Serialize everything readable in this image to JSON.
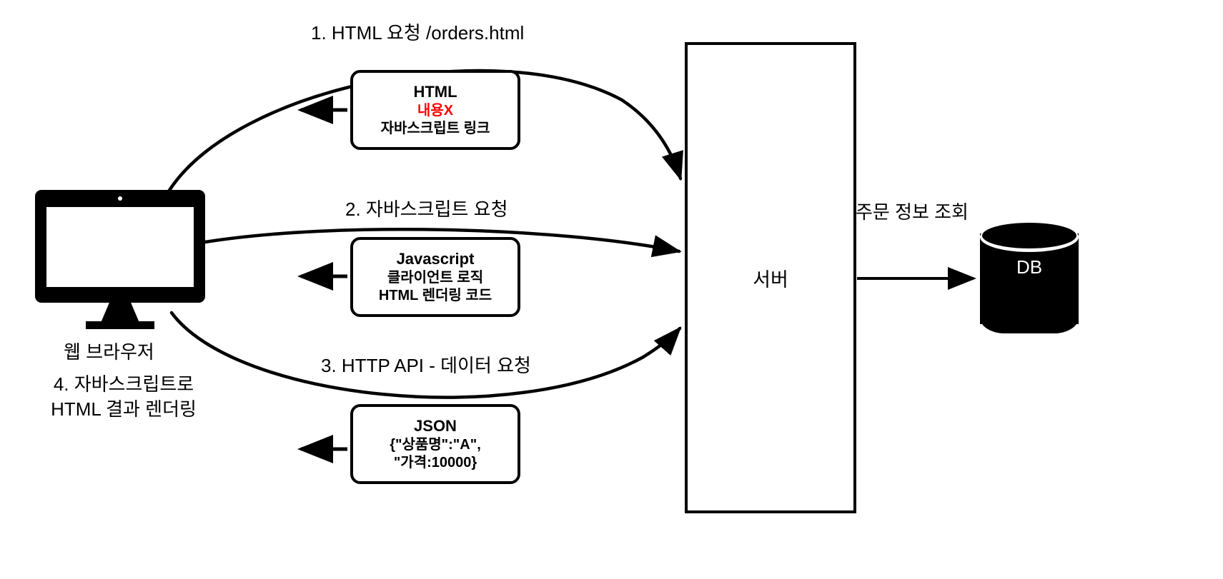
{
  "diagram": {
    "title": "Web browser / Server / DB request flow",
    "colors": {
      "stroke": "#000000",
      "background": "#ffffff",
      "accent_red": "#ff0000",
      "db_fill": "#000000",
      "db_text": "#ffffff"
    }
  },
  "nodes": {
    "browser": {
      "label": "웹 브라우저",
      "icon": "desktop-monitor-icon"
    },
    "server": {
      "label": "서버"
    },
    "database": {
      "label": "DB",
      "icon": "database-cylinder-icon"
    }
  },
  "flows": [
    {
      "step": "1",
      "label": "1. HTML 요청 /orders.html",
      "direction": "browser-to-server"
    },
    {
      "step": "2",
      "label": "2. 자바스크립트 요청",
      "direction": "browser-to-server"
    },
    {
      "step": "3",
      "label": "3. HTTP API -  데이터 요청",
      "direction": "browser-to-server"
    }
  ],
  "server_to_db": {
    "label": "주문 정보 조회"
  },
  "browser_note": {
    "line1": "4. 자바스크립트로",
    "line2": "HTML 결과 렌더링"
  },
  "payloads": [
    {
      "id": "html",
      "title": "HTML",
      "lines": [
        {
          "text": "내용X",
          "color": "#ff0000"
        },
        {
          "text": "자바스크립트 링크",
          "color": "#000000"
        }
      ]
    },
    {
      "id": "javascript",
      "title": "Javascript",
      "lines": [
        {
          "text": "클라이언트 로직",
          "color": "#000000"
        },
        {
          "text": "HTML 렌더링 코드",
          "color": "#000000"
        }
      ]
    },
    {
      "id": "json",
      "title": "JSON",
      "lines": [
        {
          "text": "{\"상품명\":\"A\",",
          "color": "#000000"
        },
        {
          "text": "\"가격:10000}",
          "color": "#000000"
        }
      ]
    }
  ]
}
